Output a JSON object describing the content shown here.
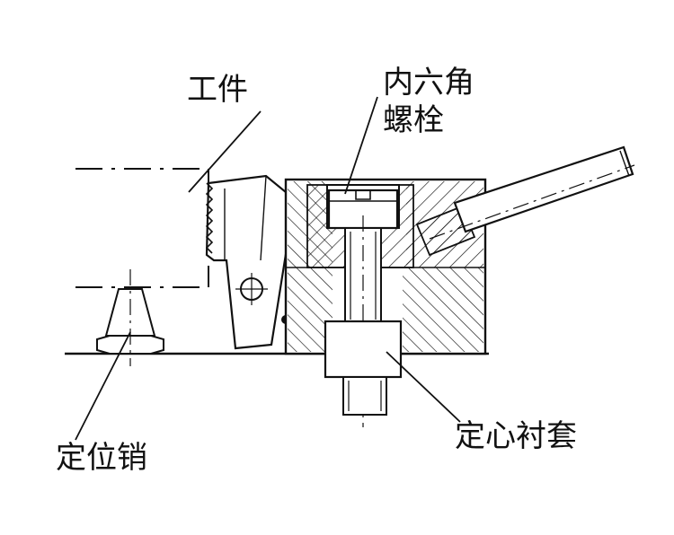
{
  "labels": {
    "workpiece": "工件",
    "hex_bolt_line1": "内六角",
    "hex_bolt_line2": "螺栓",
    "locating_pin": "定位销",
    "centering_sleeve": "定心衬套"
  },
  "colors": {
    "line": "#111111",
    "background": "#ffffff"
  }
}
